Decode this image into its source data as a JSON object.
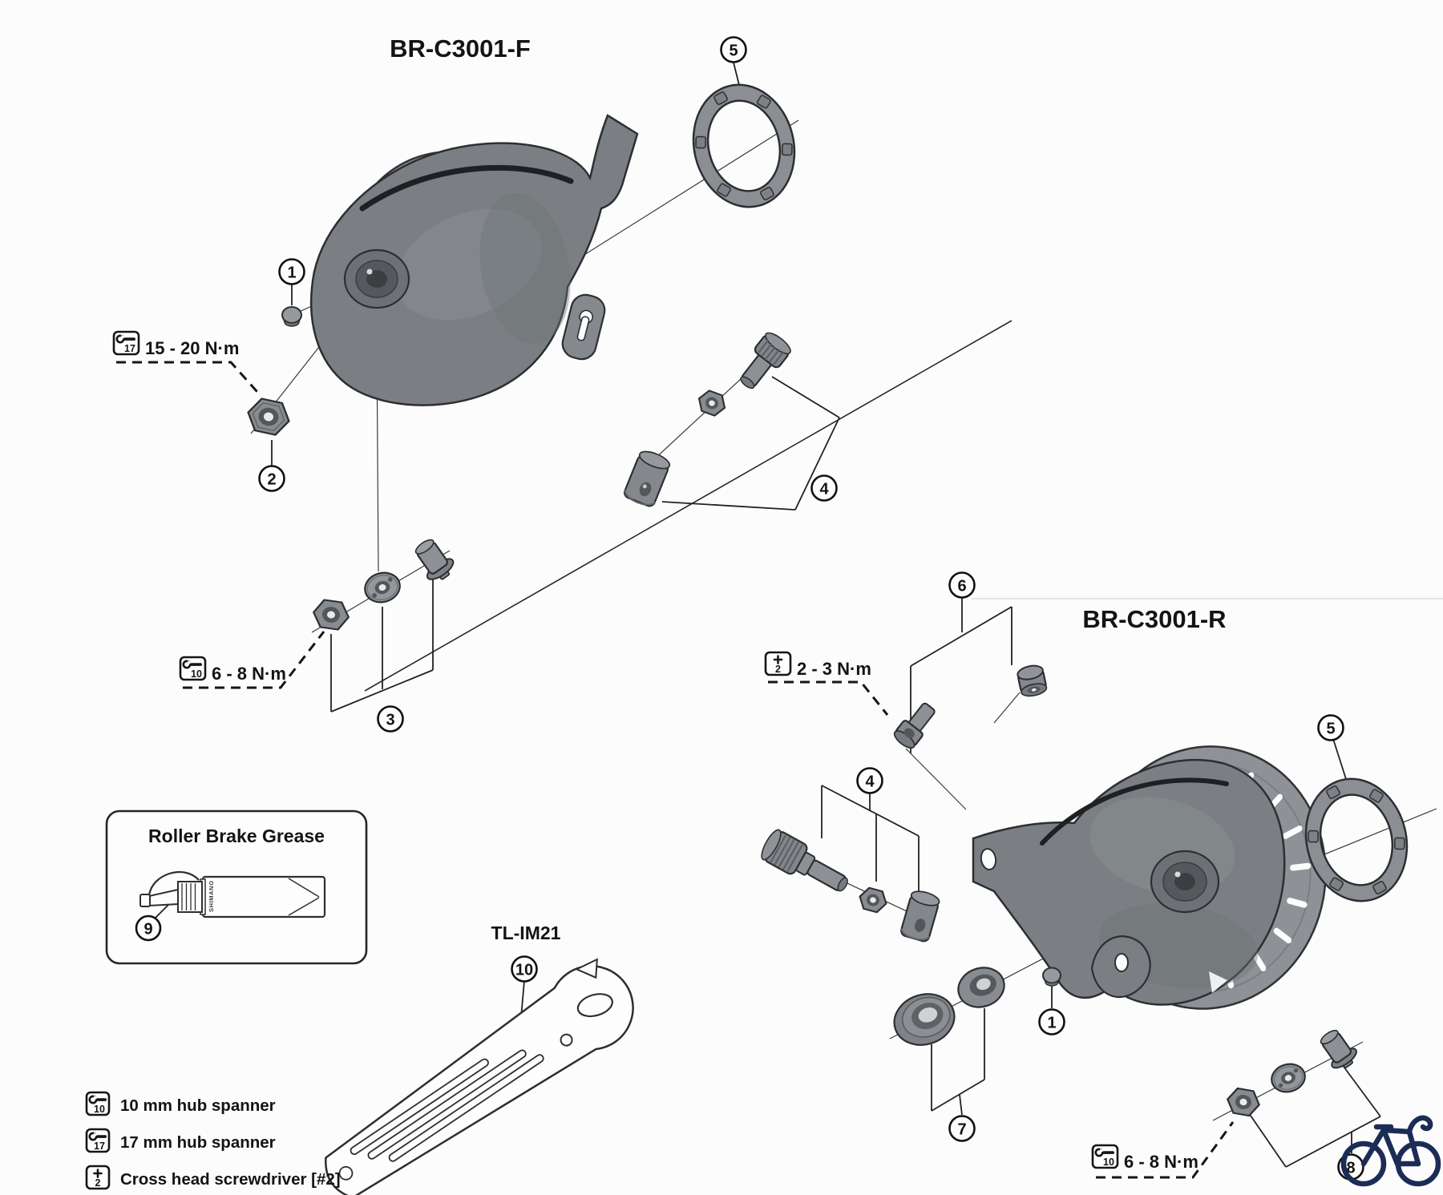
{
  "page": {
    "background": "#fcfcfc",
    "ink": "#1a1a1a",
    "part_fill": "#8a8e92",
    "part_shadow": "#6e7276",
    "part_outline": "#2c2f32",
    "logo_color": "#1b2c55"
  },
  "front_diagram": {
    "title": "BR-C3001-F"
  },
  "rear_diagram": {
    "title": "BR-C3001-R"
  },
  "torque_labels": {
    "front_axle": {
      "tool": "17",
      "text": "15 - 20 N·m"
    },
    "front_fixing": {
      "tool": "10",
      "text": "6 - 8 N·m"
    },
    "rear_clamp": {
      "tool": "2",
      "text": "2 - 3 N·m"
    },
    "rear_fixing": {
      "tool": "10",
      "text": "6 - 8 N·m"
    }
  },
  "callouts": {
    "f1": "1",
    "f2": "2",
    "f3": "3",
    "f4": "4",
    "f5": "5",
    "r1": "1",
    "r4": "4",
    "r5": "5",
    "r6": "6",
    "r7": "7",
    "r8": "8",
    "grease": "9",
    "tool": "10"
  },
  "grease_box": {
    "title": "Roller Brake Grease",
    "tube_brand": "SHIMANO"
  },
  "tool_label": "TL-IM21",
  "legend": [
    {
      "tool": "10",
      "label": "10 mm hub spanner"
    },
    {
      "tool": "17",
      "label": "17 mm hub spanner"
    },
    {
      "tool": "2",
      "label": "Cross head screwdriver [#2]"
    }
  ]
}
